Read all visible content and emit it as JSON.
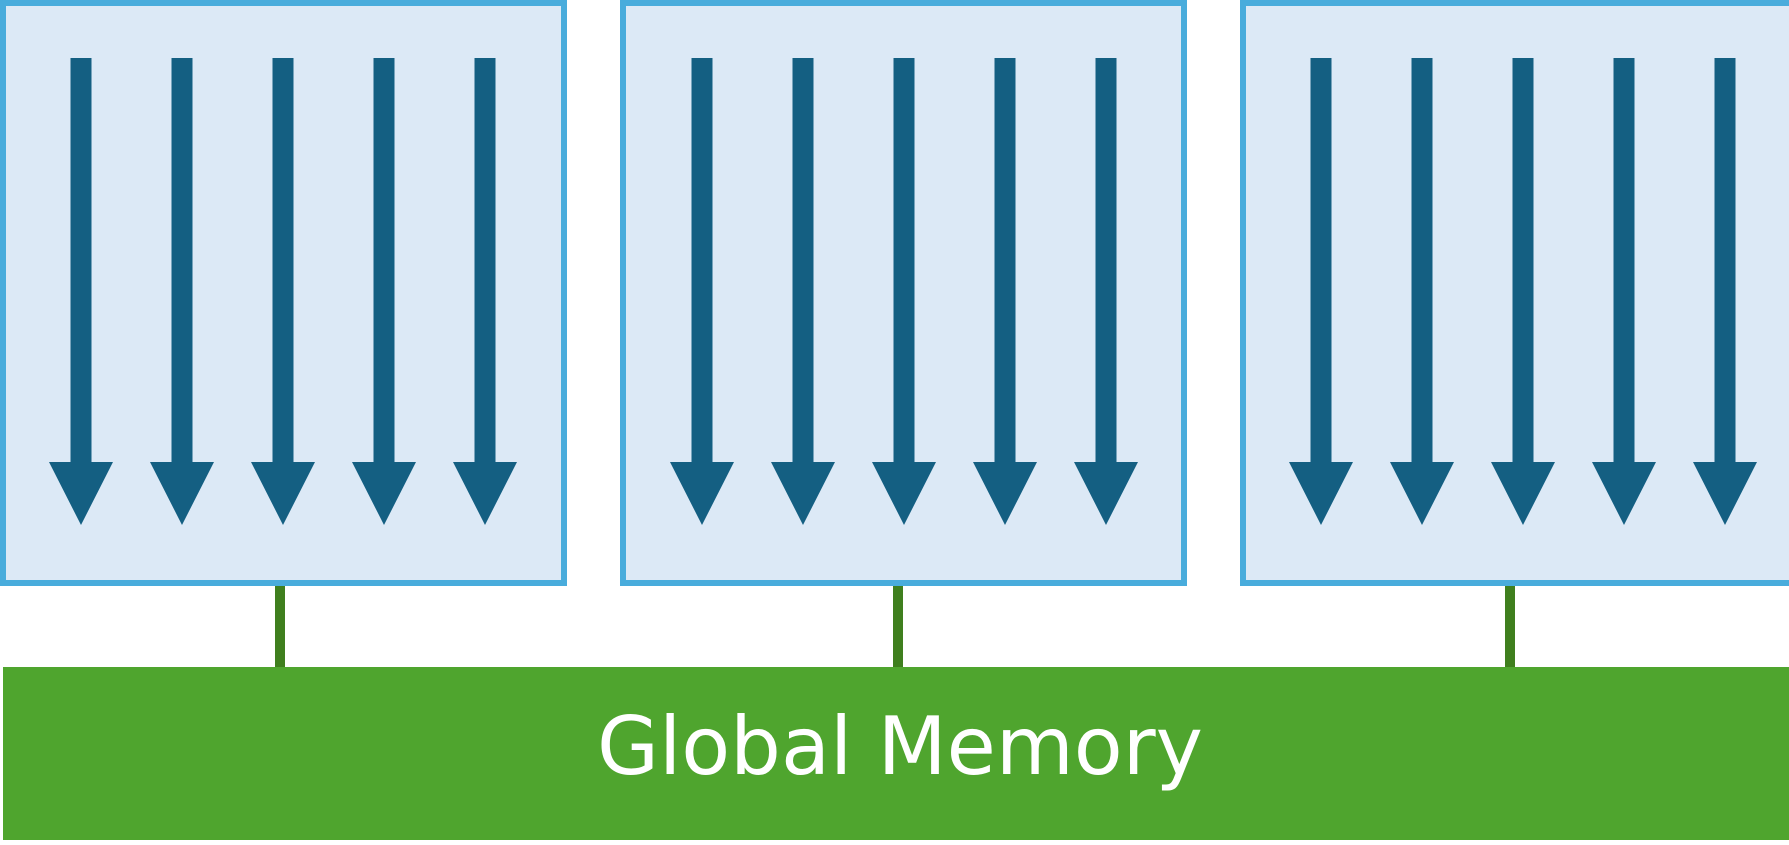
{
  "memory": {
    "label": "Global Memory"
  },
  "thread_blocks": [
    {
      "threads": 5
    },
    {
      "threads": 5
    },
    {
      "threads": 5
    }
  ],
  "colors": {
    "block_fill": "#dce9f6",
    "block_border": "#49acdc",
    "arrow": "#145f82",
    "memory_fill": "#4fa52e",
    "connector": "#3f7f1e",
    "memory_text": "#ffffff"
  }
}
